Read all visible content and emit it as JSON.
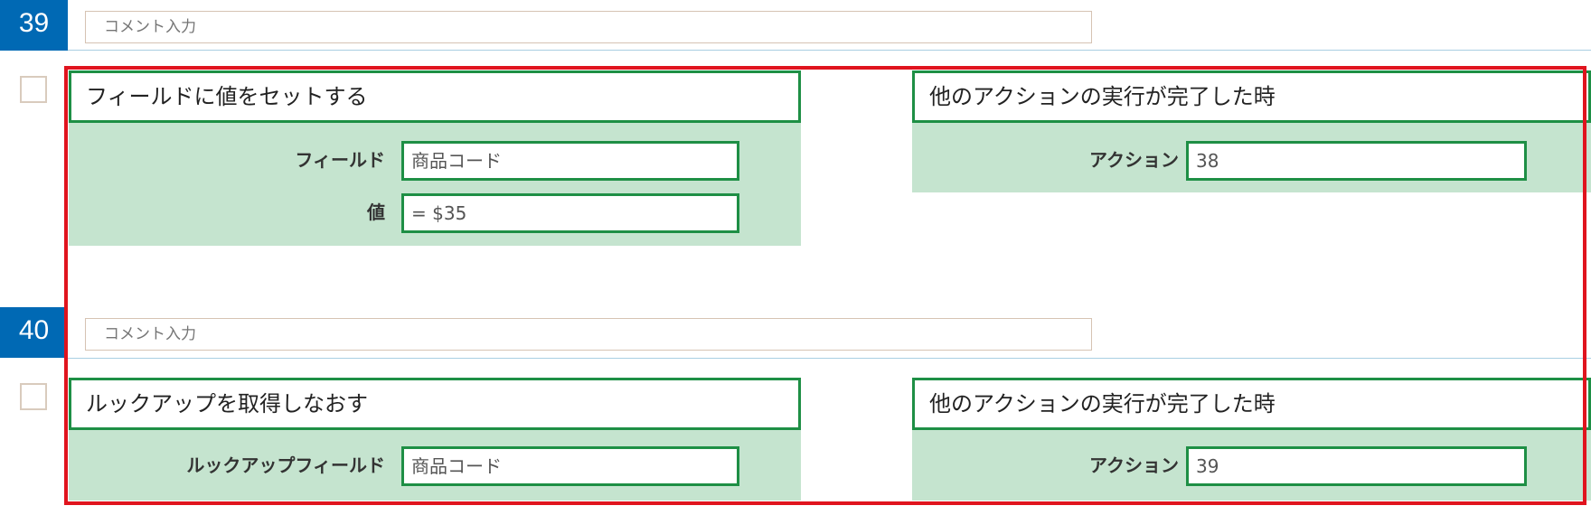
{
  "rows": [
    {
      "number": "39",
      "comment_placeholder": "コメント入力",
      "action": {
        "title": "フィールドに値をセットする",
        "fields": [
          {
            "label": "フィールド",
            "value": "商品コード"
          },
          {
            "label": "値",
            "value": "= $35"
          }
        ]
      },
      "trigger": {
        "title": "他のアクションの実行が完了した時",
        "fields": [
          {
            "label": "アクション",
            "value": "38"
          }
        ]
      }
    },
    {
      "number": "40",
      "comment_placeholder": "コメント入力",
      "action": {
        "title": "ルックアップを取得しなおす",
        "fields": [
          {
            "label": "ルックアップフィールド",
            "value": "商品コード"
          }
        ]
      },
      "trigger": {
        "title": "他のアクションの実行が完了した時",
        "fields": [
          {
            "label": "アクション",
            "value": "39"
          }
        ]
      }
    }
  ],
  "colors": {
    "badge": "#0069b4",
    "block_border": "#1e8f45",
    "block_fill": "#c5e4cf",
    "highlight_frame": "#e0141e"
  }
}
